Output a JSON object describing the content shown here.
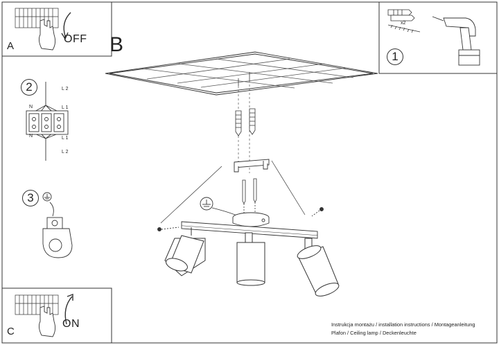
{
  "panels": {
    "a": {
      "letter": "A",
      "action": "OFF"
    },
    "b": {
      "letter": "B"
    },
    "c": {
      "letter": "C",
      "action": "ON"
    },
    "step1": {
      "number": "1",
      "multiplier": "x2"
    },
    "step2": {
      "number": "2",
      "wires": [
        "L 2",
        "N",
        "L 1",
        "N",
        "L 1",
        "L 2"
      ]
    },
    "step3": {
      "number": "3"
    }
  },
  "caption": {
    "line1": "Instrukcja montażu / installation instructions / Montageanleitung",
    "line2": "Plafon / Ceiling lamp / Deckenleuchte"
  }
}
